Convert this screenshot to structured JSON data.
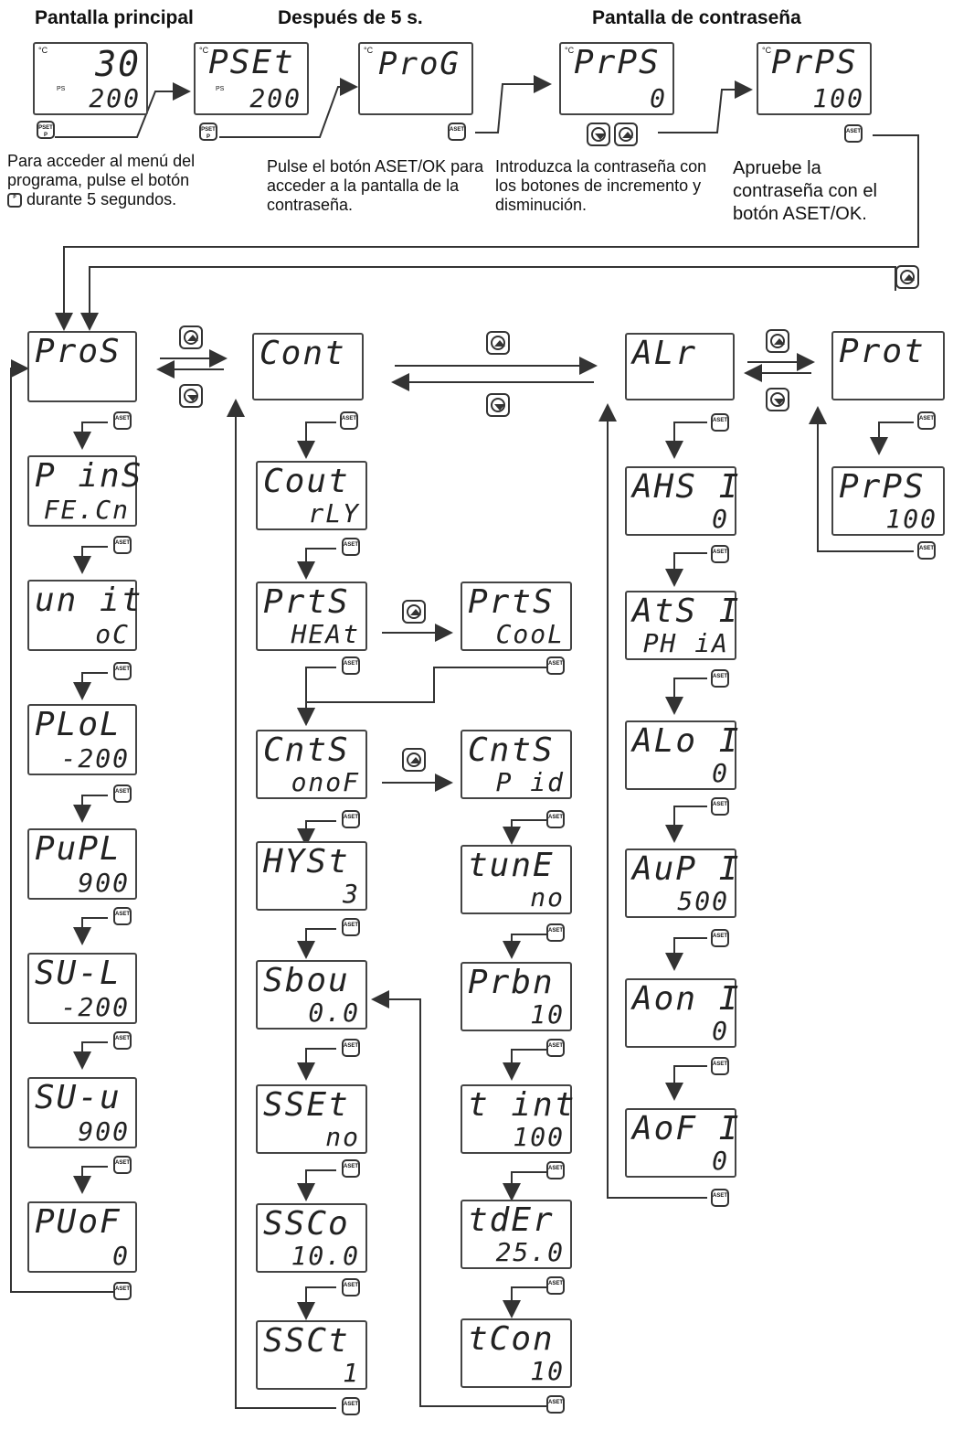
{
  "headers": {
    "main": "Pantalla principal",
    "after5": "Después de 5 s.",
    "password": "Pantalla de contraseña"
  },
  "notes": {
    "n1": "Para acceder al menú del programa, pulse el botón",
    "n1b": "durante 5 segundos.",
    "n2": "Pulse el botón ASET/OK para acceder a la pantalla de la contraseña.",
    "n3": "Introduzca la contraseña con los botones de incremento y disminución.",
    "n4": "Apruebe la contraseña con el botón ASET/OK."
  },
  "buttons": {
    "aset": "ASET",
    "pset": "PSET",
    "p": "P"
  },
  "top_displays": {
    "main": {
      "unit": "°C",
      "ps": "PS",
      "l1": "30",
      "l2": "200"
    },
    "pset": {
      "unit": "°C",
      "ps": "PS",
      "l1": "PSEt",
      "l2": "200"
    },
    "prog": {
      "unit": "°C",
      "l1": "ProG"
    },
    "prps0": {
      "unit": "°C",
      "l1": "PrPS",
      "l2": "0"
    },
    "prps100": {
      "unit": "°C",
      "l1": "PrPS",
      "l2": "100"
    }
  },
  "col1": [
    {
      "l1": "ProS",
      "l2": ""
    },
    {
      "l1": "P inS",
      "l2": "FE.Cn"
    },
    {
      "l1": "un it",
      "l2": "oC"
    },
    {
      "l1": "PLoL",
      "l2": "-200"
    },
    {
      "l1": "PuPL",
      "l2": "900"
    },
    {
      "l1": "SU-L",
      "l2": "-200"
    },
    {
      "l1": "SU-u",
      "l2": "900"
    },
    {
      "l1": "PUoF",
      "l2": "0"
    }
  ],
  "col2": [
    {
      "l1": "Cont",
      "l2": ""
    },
    {
      "l1": "Cout",
      "l2": "rLY"
    },
    {
      "l1": "PrtS",
      "l2": "HEAt"
    },
    {
      "l1": "CntS",
      "l2": "onoF"
    },
    {
      "l1": "HYSt",
      "l2": "3"
    },
    {
      "l1": "Sbou",
      "l2": "0.0"
    },
    {
      "l1": "SSEt",
      "l2": "no"
    },
    {
      "l1": "SSCo",
      "l2": "10.0"
    },
    {
      "l1": "SSCt",
      "l2": "1"
    }
  ],
  "col3": [
    {
      "l1": "PrtS",
      "l2": "CooL"
    },
    {
      "l1": "CntS",
      "l2": "P id"
    },
    {
      "l1": "tunE",
      "l2": "no"
    },
    {
      "l1": "Prbn",
      "l2": "10"
    },
    {
      "l1": "t int",
      "l2": "100"
    },
    {
      "l1": "tdEr",
      "l2": "25.0"
    },
    {
      "l1": "tCon",
      "l2": "10"
    }
  ],
  "col4": [
    {
      "l1": "ALr",
      "l2": ""
    },
    {
      "l1": "AHS I",
      "l2": "0"
    },
    {
      "l1": "AtS I",
      "l2": "PH iA"
    },
    {
      "l1": "ALo I",
      "l2": "0"
    },
    {
      "l1": "AuP I",
      "l2": "500"
    },
    {
      "l1": "Aon I",
      "l2": "0"
    },
    {
      "l1": "AoF I",
      "l2": "0"
    }
  ],
  "col5": [
    {
      "l1": "Prot",
      "l2": ""
    },
    {
      "l1": "PrPS",
      "l2": "100"
    }
  ]
}
